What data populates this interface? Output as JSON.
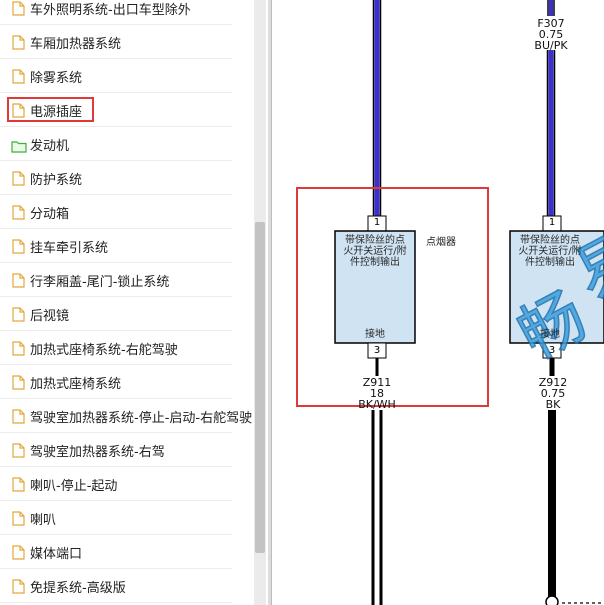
{
  "tree": {
    "items": [
      {
        "label": "车外照明系统-出口车型除外",
        "icon": "file-icon"
      },
      {
        "label": "车厢加热器系统",
        "icon": "file-icon"
      },
      {
        "label": "除雾系统",
        "icon": "file-icon"
      },
      {
        "label": "电源插座",
        "icon": "file-icon",
        "highlighted": true
      },
      {
        "label": "发动机",
        "icon": "folder-icon"
      },
      {
        "label": "防护系统",
        "icon": "file-icon"
      },
      {
        "label": "分动箱",
        "icon": "file-icon"
      },
      {
        "label": "挂车牵引系统",
        "icon": "file-icon"
      },
      {
        "label": "行李厢盖-尾门-锁止系统",
        "icon": "file-icon"
      },
      {
        "label": "后视镜",
        "icon": "file-icon"
      },
      {
        "label": "加热式座椅系统-右舵驾驶",
        "icon": "file-icon"
      },
      {
        "label": "加热式座椅系统",
        "icon": "file-icon"
      },
      {
        "label": "驾驶室加热器系统-停止-启动-右舵驾驶",
        "icon": "file-icon"
      },
      {
        "label": "驾驶室加热器系统-右驾",
        "icon": "file-icon"
      },
      {
        "label": "喇叭-停止-起动",
        "icon": "file-icon"
      },
      {
        "label": "喇叭",
        "icon": "file-icon"
      },
      {
        "label": "媒体端口",
        "icon": "file-icon"
      },
      {
        "label": "免提系统-高级版",
        "icon": "file-icon"
      }
    ]
  },
  "diagram": {
    "left_module": {
      "pin_top": "1",
      "text_line1": "带保险丝的点",
      "text_line2": "火开关运行/附",
      "text_line3": "件控制输出",
      "ground_label": "接地",
      "pin_bottom": "3",
      "side_label": "点烟器",
      "wire_bottom": {
        "code": "Z911",
        "size": "18",
        "color": "BK/WH"
      }
    },
    "right_module": {
      "wire_top": {
        "code": "F307",
        "size": "0.75",
        "color": "BU/PK"
      },
      "pin_top": "1",
      "text_line1": "带保险丝的点",
      "text_line2": "火开关运行/附",
      "text_line3": "件控制输出",
      "ground_label": "接地",
      "pin_bottom": "3",
      "wire_bottom": {
        "code": "Z912",
        "size": "0.75",
        "color": "BK"
      }
    },
    "colors": {
      "wire_blue": "#3b2fd0",
      "wire_black": "#000000",
      "module_fill": "#cfe3f3",
      "highlight_red": "#e0393a",
      "watermark": "#3aa0e0"
    }
  }
}
